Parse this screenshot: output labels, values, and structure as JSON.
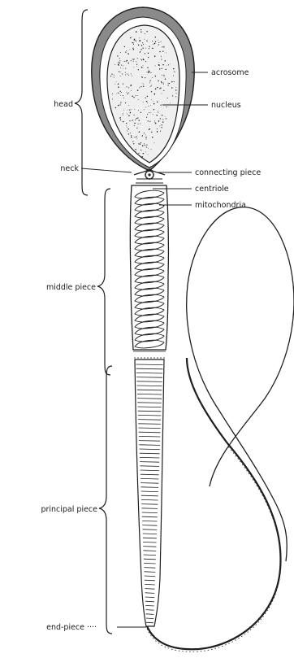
{
  "figure": {
    "colors": {
      "ink": "#1f1f1f",
      "acrosome_fill": "#8a8a8a",
      "nucleus_fill": "#f1f1f1",
      "background": "#ffffff"
    }
  },
  "labels": {
    "left": {
      "head": "head",
      "neck": "neck",
      "middle_piece": "middle piece",
      "principal_piece": "principal piece",
      "end_piece": "end-piece"
    },
    "right": {
      "acrosome": "acrosome",
      "nucleus": "nucleus",
      "connecting_piece": "connecting piece",
      "centriole": "centriole",
      "mitochondria": "mitochondria"
    }
  }
}
